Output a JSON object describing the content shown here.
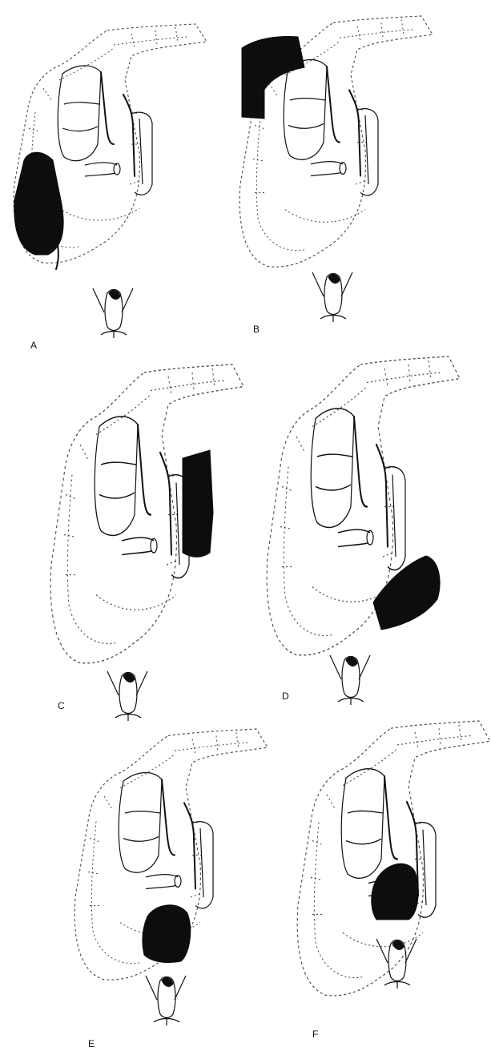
{
  "figure": {
    "panels": [
      {
        "id": "A",
        "label": "A"
      },
      {
        "id": "B",
        "label": "B"
      },
      {
        "id": "C",
        "label": "C"
      },
      {
        "id": "D",
        "label": "D"
      },
      {
        "id": "E",
        "label": "E"
      },
      {
        "id": "F",
        "label": "F"
      }
    ],
    "colors": {
      "background": "#ffffff",
      "outline": "#4a4a4a",
      "shaded_segment": "#0d0d0d"
    }
  }
}
